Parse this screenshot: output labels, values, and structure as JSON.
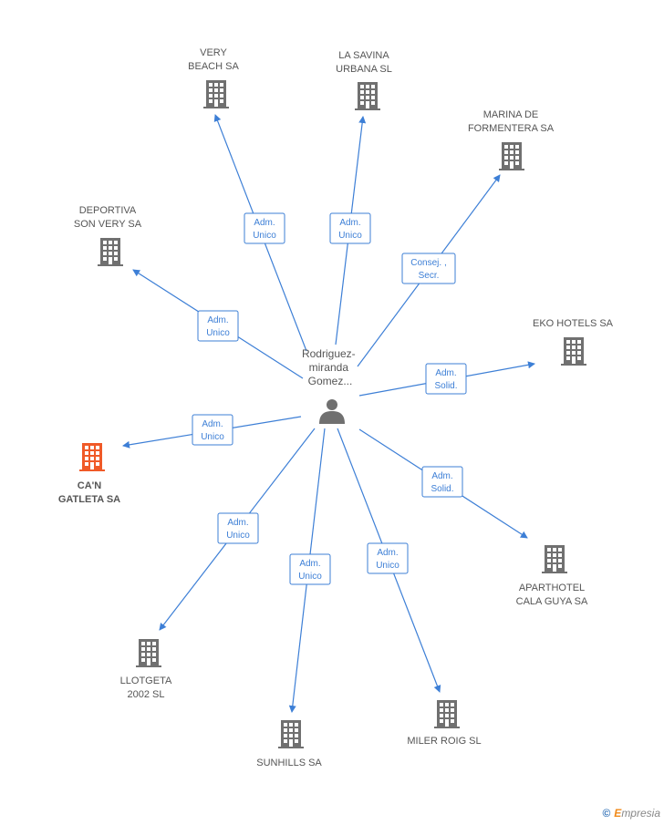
{
  "center": {
    "label_lines": [
      "Rodriguez-",
      "miranda",
      "Gomez..."
    ],
    "icon": "person-icon"
  },
  "nodes": [
    {
      "id": "very-beach",
      "label_lines": [
        "VERY",
        "BEACH SA"
      ],
      "role_lines": [
        "Adm.",
        "Unico"
      ],
      "highlight": false
    },
    {
      "id": "la-savina",
      "label_lines": [
        "LA SAVINA",
        "URBANA SL"
      ],
      "role_lines": [
        "Adm.",
        "Unico"
      ],
      "highlight": false
    },
    {
      "id": "marina-formentera",
      "label_lines": [
        "MARINA DE",
        "FORMENTERA SA"
      ],
      "role_lines": [
        "Consej. ,",
        "Secr."
      ],
      "highlight": false
    },
    {
      "id": "deportiva-son-very",
      "label_lines": [
        "DEPORTIVA",
        "SON VERY SA"
      ],
      "role_lines": [
        "Adm.",
        "Unico"
      ],
      "highlight": false
    },
    {
      "id": "eko-hotels",
      "label_lines": [
        "EKO HOTELS SA"
      ],
      "role_lines": [
        "Adm.",
        "Solid."
      ],
      "highlight": false
    },
    {
      "id": "can-gatleta",
      "label_lines": [
        "CA'N",
        "GATLETA SA"
      ],
      "role_lines": [
        "Adm.",
        "Unico"
      ],
      "highlight": true
    },
    {
      "id": "aparthotel-cala-guya",
      "label_lines": [
        "APARTHOTEL",
        "CALA GUYA SA"
      ],
      "role_lines": [
        "Adm.",
        "Solid."
      ],
      "highlight": false
    },
    {
      "id": "llotgeta-2002",
      "label_lines": [
        "LLOTGETA",
        "2002 SL"
      ],
      "role_lines": [
        "Adm.",
        "Unico"
      ],
      "highlight": false
    },
    {
      "id": "sunhills",
      "label_lines": [
        "SUNHILLS SA"
      ],
      "role_lines": [
        "Adm.",
        "Unico"
      ],
      "highlight": false
    },
    {
      "id": "miler-roig",
      "label_lines": [
        "MILER ROIG SL"
      ],
      "role_lines": [
        "Adm.",
        "Unico"
      ],
      "highlight": false
    }
  ],
  "colors": {
    "edge": "#3d7fd6",
    "building": "#707070",
    "building_highlight": "#f05a28",
    "person": "#707070"
  },
  "footer": {
    "copyright_symbol": "©",
    "brand_initial": "E",
    "brand_rest": "mpresia"
  }
}
